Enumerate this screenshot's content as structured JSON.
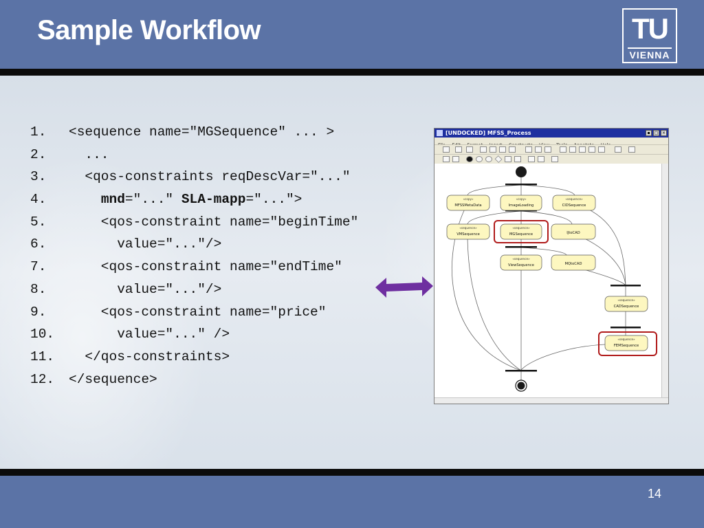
{
  "slide": {
    "title": "Sample Workflow",
    "page_number": "14",
    "logo": {
      "line1": "TU",
      "line2": "VIENNA"
    }
  },
  "code": {
    "lines": [
      {
        "num": "1.",
        "text": "<sequence name=\"MGSequence\" ... >"
      },
      {
        "num": "2.",
        "text": "  ..."
      },
      {
        "num": "3.",
        "text": "  <qos-constraints reqDescVar=\"...\""
      },
      {
        "num": "4.",
        "pre": "    ",
        "b1": "mnd",
        "mid": "=\"...\" ",
        "b2": "SLA-mapp",
        "post": "=\"...\">"
      },
      {
        "num": "5.",
        "text": "    <qos-constraint name=\"beginTime\""
      },
      {
        "num": "6.",
        "text": "      value=\"...\"/>"
      },
      {
        "num": "7.",
        "text": "    <qos-constraint name=\"endTime\""
      },
      {
        "num": "8.",
        "text": "      value=\"...\"/>"
      },
      {
        "num": "9.",
        "text": "    <qos-constraint name=\"price\""
      },
      {
        "num": "10.",
        "text": "      value=\"...\" />"
      },
      {
        "num": "11.",
        "text": "  </qos-constraints>"
      },
      {
        "num": "12.",
        "text": "</sequence>"
      }
    ]
  },
  "window": {
    "title": "[UNDOCKED] MFSS_Process",
    "menu": [
      "File",
      "Edit",
      "Format",
      "Insert",
      "Constructs",
      "View",
      "Tools",
      "Annotate",
      "Help"
    ],
    "nodes": [
      {
        "stereo": "«copy»",
        "label": "MFSSMetaData"
      },
      {
        "stereo": "«copy»",
        "label": "ImageLoading"
      },
      {
        "stereo": "«sequence»",
        "label": "CIDSequence"
      },
      {
        "stereo": "«sequence»",
        "label": "VMSequence"
      },
      {
        "stereo": "«sequence»",
        "label": "MGSequence"
      },
      {
        "stereo": "",
        "label": "IJtoCAD"
      },
      {
        "stereo": "«sequence»",
        "label": "ViewSequence"
      },
      {
        "stereo": "",
        "label": "MQtoCAD"
      },
      {
        "stereo": "«sequence»",
        "label": "CADSequence"
      },
      {
        "stereo": "«sequence»",
        "label": "FEMSequence"
      }
    ]
  },
  "colors": {
    "header_blue": "#5b73a6",
    "highlight_red": "#b01a1a",
    "arrow_purple": "#6e2fa0",
    "node_fill": "#fdf7c0"
  }
}
